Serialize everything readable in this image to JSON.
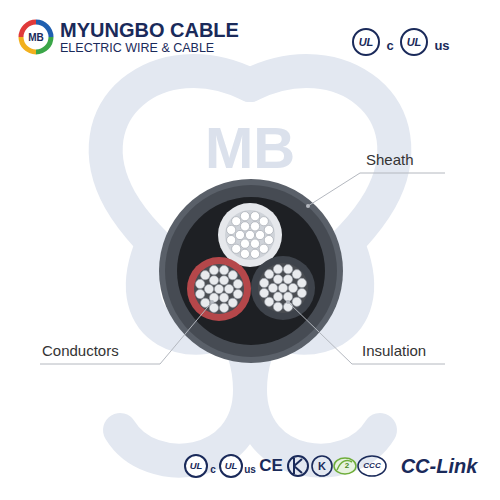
{
  "diagram": {
    "labels": [
      "MB",
      "MYUNGBO CABLE",
      "ELECTRIC WIRE & CABLE",
      "UL",
      "c",
      "UL",
      "us",
      "MB",
      "Sheath",
      "Conductors",
      "Insulation",
      "UL",
      "c",
      "UL",
      "us",
      "CE",
      "K",
      "2",
      "CCC",
      "CC-Link"
    ]
  }
}
